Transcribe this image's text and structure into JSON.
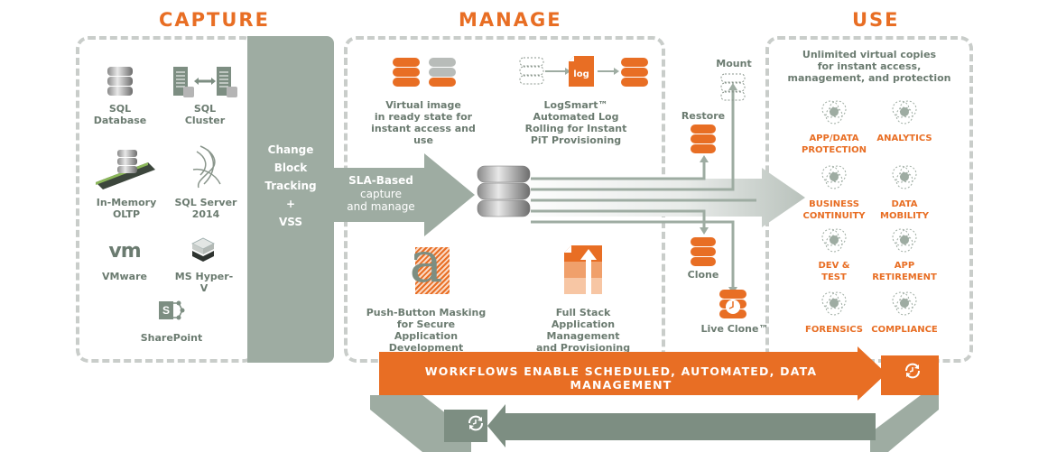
{
  "colors": {
    "orange": "#e86e24",
    "sage": "#9eaca2",
    "dark_sage": "#7d8e82",
    "dash": "#c9cdca",
    "text": "#6b7b70"
  },
  "capture": {
    "title": "CAPTURE",
    "sources": [
      {
        "label": "SQL\nDatabase",
        "icon": "database-icon"
      },
      {
        "label": "SQL\nCluster",
        "icon": "server-cluster-icon"
      },
      {
        "label": "In-Memory\nOLTP",
        "icon": "memory-module-icon"
      },
      {
        "label": "SQL Server\n2014",
        "icon": "sql-server-logo-icon"
      },
      {
        "label": "VMware",
        "icon": "vmware-logo-icon"
      },
      {
        "label": "MS Hyper-V",
        "icon": "hyper-v-icon"
      },
      {
        "label": "SharePoint",
        "icon": "sharepoint-icon"
      }
    ],
    "vmware_glyph": "vm",
    "sharepoint_glyph": "S",
    "bar_text": "Change\nBlock\nTracking\n+\nVSS"
  },
  "sla_arrow": {
    "title": "SLA-Based",
    "subtitle": "capture\nand manage"
  },
  "manage": {
    "title": "MANAGE",
    "features": [
      {
        "label": "Virtual image\nin ready state for\ninstant access and use",
        "icon": "virtual-image-icon"
      },
      {
        "label": "LogSmart™\nAutomated Log\nRolling for Instant\nPiT Provisioning",
        "icon": "log-rolling-icon"
      },
      {
        "label": "Push-Button Masking\nfor Secure Application\nDevelopment",
        "icon": "masking-icon"
      },
      {
        "label": "Full Stack\nApplication Management\nand Provisioning",
        "icon": "full-stack-icon"
      }
    ],
    "log_badge": "log",
    "mask_glyph": "a",
    "operations": [
      {
        "label": "Mount",
        "icon": "mount-db-icon"
      },
      {
        "label": "Restore",
        "icon": "restore-db-icon"
      },
      {
        "label": "Clone",
        "icon": "clone-db-icon"
      },
      {
        "label": "Live Clone™",
        "icon": "live-clone-db-icon"
      }
    ]
  },
  "use": {
    "title": "USE",
    "intro": "Unlimited virtual copies\nfor instant access,\nmanagement, and protection",
    "use_cases": [
      {
        "label": "APP/DATA\nPROTECTION"
      },
      {
        "label": "ANALYTICS"
      },
      {
        "label": "BUSINESS\nCONTINUITY"
      },
      {
        "label": "DATA\nMOBILITY"
      },
      {
        "label": "DEV &\nTEST"
      },
      {
        "label": "APP\nRETIREMENT"
      },
      {
        "label": "FORENSICS"
      },
      {
        "label": "COMPLIANCE"
      }
    ]
  },
  "workflow": {
    "banner": "WORKFLOWS ENABLE SCHEDULED, AUTOMATED, DATA MANAGEMENT"
  }
}
